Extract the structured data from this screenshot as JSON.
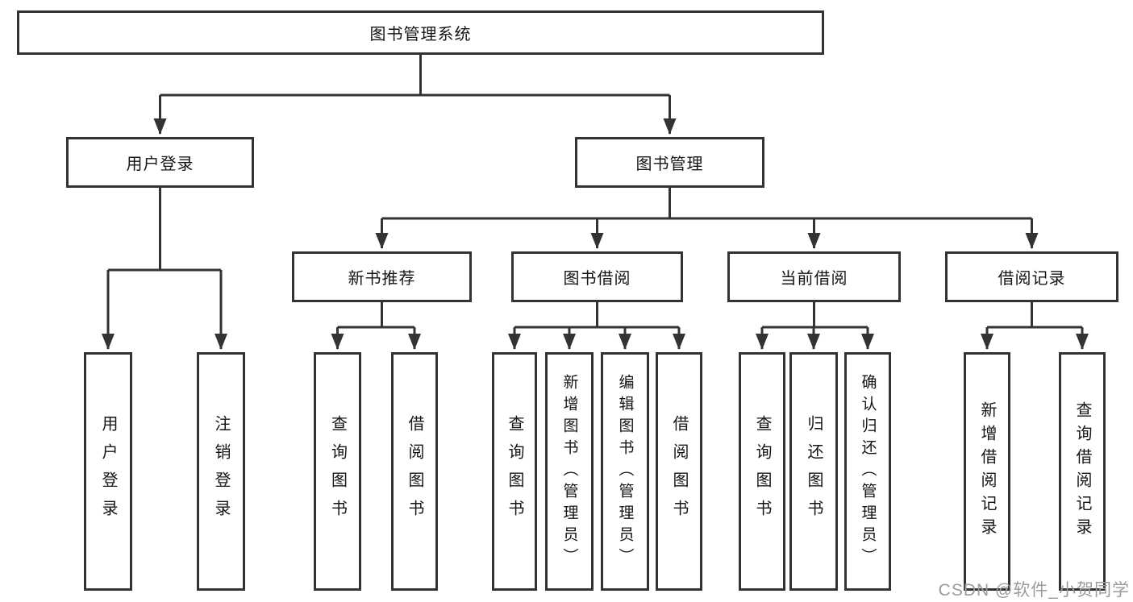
{
  "diagram": {
    "title": "图书管理系统",
    "type": "functional-structure-tree",
    "colors": {
      "line": "#333333",
      "box_border": "#333333",
      "box_background": "#ffffff",
      "text": "#151515",
      "page_background": "#ffffff",
      "watermark": "#9b9b9b"
    },
    "nodes": {
      "root": {
        "label": "图书管理系统"
      },
      "user_login": {
        "label": "用户登录"
      },
      "book_mgmt": {
        "label": "图书管理"
      },
      "new_book_rec": {
        "label": "新书推荐"
      },
      "book_borrow": {
        "label": "图书借阅"
      },
      "current_borrow": {
        "label": "当前借阅"
      },
      "borrow_records": {
        "label": "借阅记录"
      },
      "leaf_user_login": {
        "label": "用户登录"
      },
      "leaf_logout": {
        "label": "注销登录"
      },
      "rec_query_book": {
        "label": "查询图书"
      },
      "rec_borrow_book": {
        "label": "借阅图书"
      },
      "bb_query_book": {
        "label": "查询图书"
      },
      "bb_add_book": {
        "label": "新增图书（管理员）"
      },
      "bb_edit_book": {
        "label": "编辑图书（管理员）"
      },
      "bb_borrow_book": {
        "label": "借阅图书"
      },
      "cb_query_book": {
        "label": "查询图书"
      },
      "cb_return_book": {
        "label": "归还图书"
      },
      "cb_confirm_return": {
        "label": "确认归还（管理员）"
      },
      "br_add_record": {
        "label": "新增借阅记录"
      },
      "br_query_record": {
        "label": "查询借阅记录"
      }
    },
    "hierarchy": {
      "图书管理系统": {
        "用户登录": [
          "用户登录",
          "注销登录"
        ],
        "图书管理": {
          "新书推荐": [
            "查询图书",
            "借阅图书"
          ],
          "图书借阅": [
            "查询图书",
            "新增图书（管理员）",
            "编辑图书（管理员）",
            "借阅图书"
          ],
          "当前借阅": [
            "查询图书",
            "归还图书",
            "确认归还（管理员）"
          ],
          "借阅记录": [
            "新增借阅记录",
            "查询借阅记录"
          ]
        }
      }
    }
  },
  "watermark": {
    "text": "CSDN @软件_小贺同学"
  }
}
